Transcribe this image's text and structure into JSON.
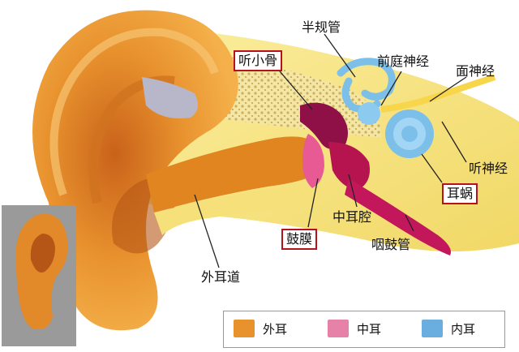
{
  "labels": {
    "semicircular_canals": "半规管",
    "vestibular_nerve": "前庭神经",
    "facial_nerve": "面神经",
    "ossicles": "听小骨",
    "auditory_nerve": "听神经",
    "cochlea": "耳蜗",
    "middle_ear_cavity": "中耳腔",
    "eardrum": "鼓膜",
    "eustachian_tube": "咽鼓管",
    "ear_canal": "外耳道"
  },
  "legend": [
    {
      "label": "外耳",
      "color": "#e8922e"
    },
    {
      "label": "中耳",
      "color": "#e682a8"
    },
    {
      "label": "内耳",
      "color": "#6aaee0"
    }
  ],
  "colors": {
    "outer_ear": "#e8922e",
    "middle_ear": "#c2185b",
    "inner_ear": "#7cc0ea",
    "bone": "#f5e27a",
    "highlight_box": "#b5121b"
  }
}
